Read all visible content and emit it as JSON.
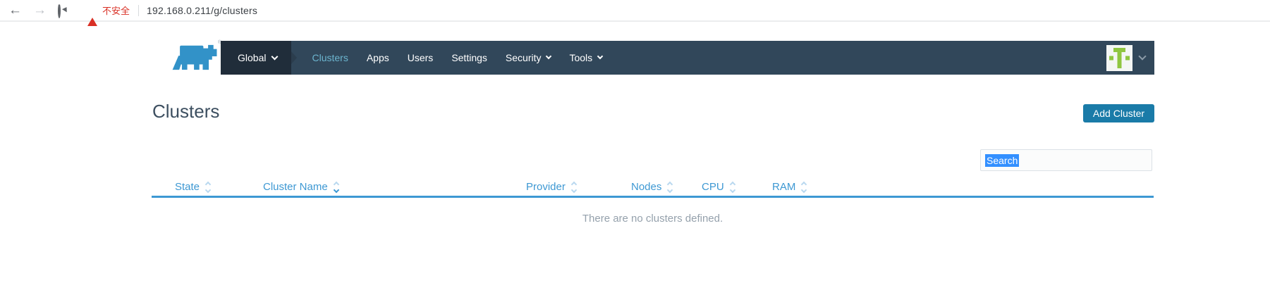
{
  "browser": {
    "back_icon": "←",
    "forward_icon": "→",
    "security_warning": "不安全",
    "url": "192.168.0.211/g/clusters"
  },
  "navbar": {
    "env_selector": {
      "label": "Global"
    },
    "items": [
      {
        "label": "Clusters",
        "active": true
      },
      {
        "label": "Apps"
      },
      {
        "label": "Users"
      },
      {
        "label": "Settings"
      },
      {
        "label": "Security",
        "has_dropdown": true
      },
      {
        "label": "Tools",
        "has_dropdown": true
      }
    ]
  },
  "page": {
    "title": "Clusters",
    "add_cluster_label": "Add Cluster"
  },
  "search": {
    "value": "Search",
    "selected": true
  },
  "table": {
    "columns": [
      {
        "label": "State"
      },
      {
        "label": "Cluster Name",
        "sorted": "desc"
      },
      {
        "label": "Provider"
      },
      {
        "label": "Nodes"
      },
      {
        "label": "CPU"
      },
      {
        "label": "RAM"
      }
    ],
    "empty_message": "There are no clusters defined."
  },
  "colors": {
    "navbar_bg": "#31475a",
    "navbar_block_bg": "#202d3a",
    "nav_active": "#6cb5cf",
    "accent_blue": "#3d98d3",
    "button_bg": "#1a7ba8",
    "selection_blue": "#3390ff",
    "logo_blue": "#3292c8",
    "avatar_green": "#8fc640",
    "warning_red": "#d93025",
    "title_color": "#3d4f60",
    "muted_text": "#95a1ac"
  }
}
